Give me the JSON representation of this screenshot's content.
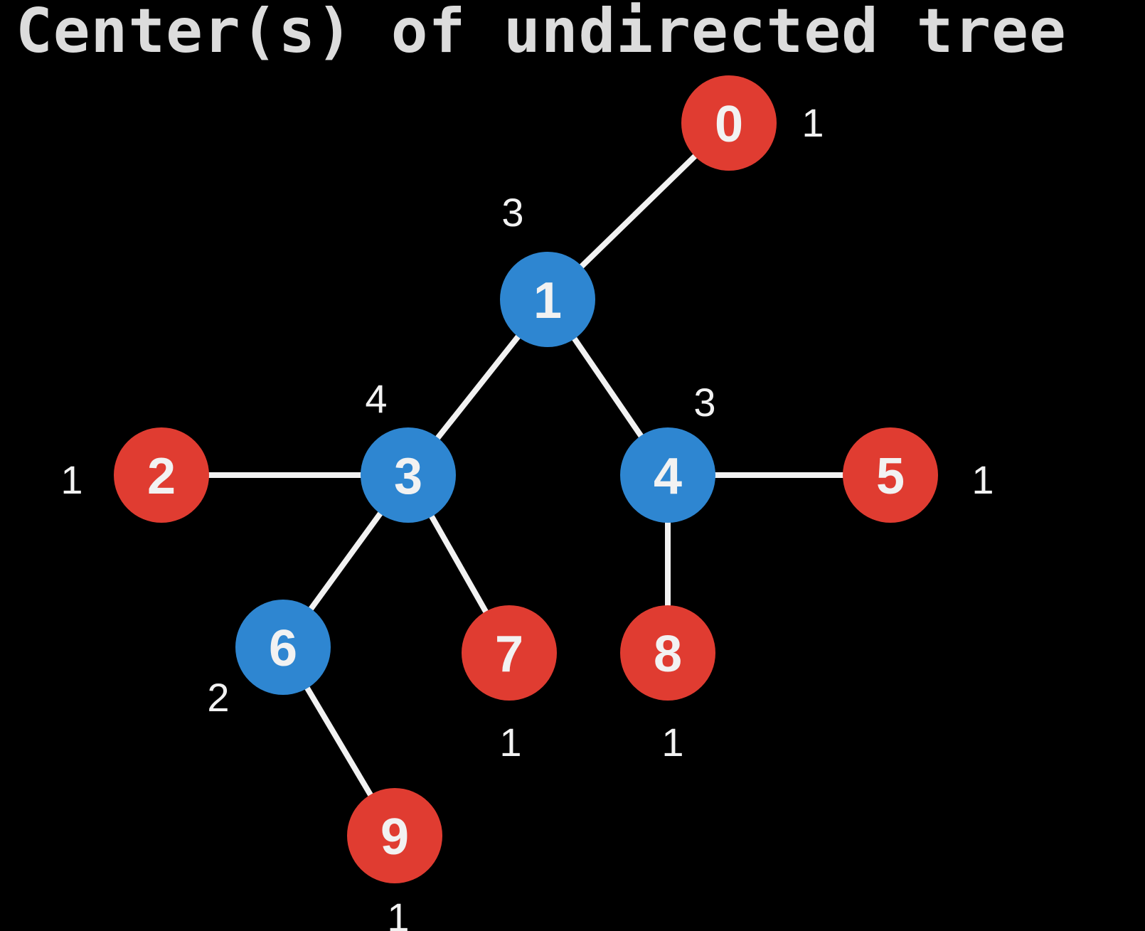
{
  "title": "Center(s) of undirected tree",
  "colors": {
    "background": "#000000",
    "leaf_node": "#e03c31",
    "inner_node": "#2e86d1",
    "edge": "#f2f2f2",
    "text": "#f2f2f2",
    "title": "#dcdcdc"
  },
  "nodes": [
    {
      "id": "0",
      "label": "0",
      "degree_label": "1",
      "kind": "leaf"
    },
    {
      "id": "1",
      "label": "1",
      "degree_label": "3",
      "kind": "inner"
    },
    {
      "id": "2",
      "label": "2",
      "degree_label": "1",
      "kind": "leaf"
    },
    {
      "id": "3",
      "label": "3",
      "degree_label": "4",
      "kind": "inner"
    },
    {
      "id": "4",
      "label": "4",
      "degree_label": "3",
      "kind": "inner"
    },
    {
      "id": "5",
      "label": "5",
      "degree_label": "1",
      "kind": "leaf"
    },
    {
      "id": "6",
      "label": "6",
      "degree_label": "2",
      "kind": "inner"
    },
    {
      "id": "7",
      "label": "7",
      "degree_label": "1",
      "kind": "leaf"
    },
    {
      "id": "8",
      "label": "8",
      "degree_label": "1",
      "kind": "leaf"
    },
    {
      "id": "9",
      "label": "9",
      "degree_label": "1",
      "kind": "leaf"
    }
  ],
  "edges": [
    [
      "0",
      "1"
    ],
    [
      "1",
      "3"
    ],
    [
      "1",
      "4"
    ],
    [
      "2",
      "3"
    ],
    [
      "3",
      "6"
    ],
    [
      "3",
      "7"
    ],
    [
      "4",
      "5"
    ],
    [
      "4",
      "8"
    ],
    [
      "6",
      "9"
    ]
  ]
}
